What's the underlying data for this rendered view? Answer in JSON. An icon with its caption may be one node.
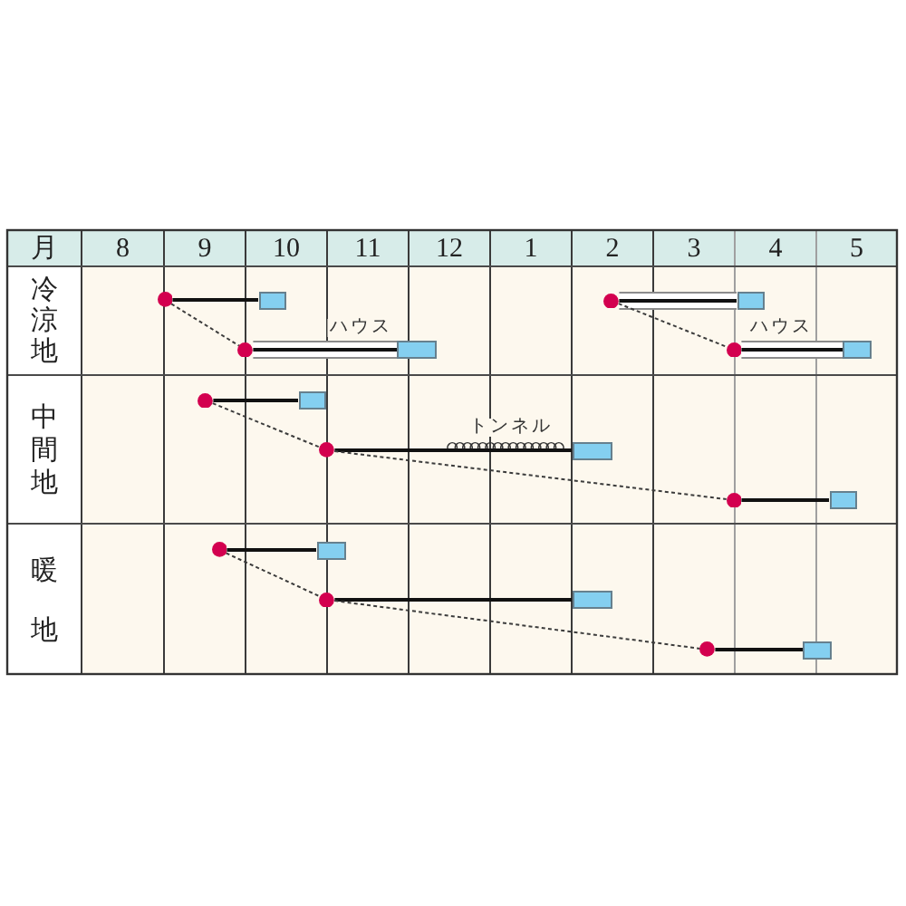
{
  "diagram": {
    "nodes": [
      {
        "text": [],
        "shape": "circle"
      },
      {
        "text": [],
        "shape": "box"
      },
      {
        "text": [],
        "shape": "circle"
      },
      {
        "text": [],
        "shape": "box"
      },
      {
        "text": [],
        "shape": "circle"
      },
      {
        "text": [],
        "shape": "box"
      },
      {
        "text": [],
        "shape": "circle"
      },
      {
        "text": [],
        "shape": "box"
      },
      {
        "text": [],
        "shape": "circle"
      },
      {
        "text": [],
        "shape": "box"
      },
      {
        "text": [],
        "shape": "circle"
      },
      {
        "text": [],
        "shape": "box"
      },
      {
        "text": [],
        "shape": "circle"
      },
      {
        "text": [],
        "shape": "box"
      },
      {
        "text": [],
        "shape": "circle"
      },
      {
        "text": [],
        "shape": "box"
      },
      {
        "text": [],
        "shape": "circle"
      },
      {
        "text": [],
        "shape": "box"
      },
      {
        "text": [],
        "shape": "circle"
      },
      {
        "text": [],
        "shape": "box"
      }
    ],
    "edges": [
      {
        "from": 0,
        "to": 1,
        "arrow": "none"
      },
      {
        "from": 0,
        "to": 4,
        "arrow": "none",
        "style": "dashed"
      },
      {
        "from": 4,
        "to": 5,
        "arrow": "none",
        "style": "thick",
        "label": "ハウス"
      },
      {
        "from": 2,
        "to": 3,
        "arrow": "none",
        "style": "thick"
      },
      {
        "from": 2,
        "to": 6,
        "arrow": "none",
        "style": "dashed"
      },
      {
        "from": 6,
        "to": 7,
        "arrow": "none",
        "style": "thick",
        "label": "ハウス"
      },
      {
        "from": 8,
        "to": 9,
        "arrow": "none"
      },
      {
        "from": 8,
        "to": 10,
        "arrow": "none",
        "style": "dashed"
      },
      {
        "from": 10,
        "to": 11,
        "arrow": "none",
        "label": "トンネル"
      },
      {
        "from": 10,
        "to": 12,
        "arrow": "none",
        "style": "dashed"
      },
      {
        "from": 12,
        "to": 13,
        "arrow": "none"
      },
      {
        "from": 14,
        "to": 15,
        "arrow": "none"
      },
      {
        "from": 14,
        "to": 16,
        "arrow": "none",
        "style": "dashed"
      },
      {
        "from": 16,
        "to": 17,
        "arrow": "none"
      },
      {
        "from": 16,
        "to": 18,
        "arrow": "none",
        "style": "dashed"
      },
      {
        "from": 18,
        "to": 19,
        "arrow": "none"
      }
    ],
    "labels": [
      "月",
      "8",
      "9",
      "10",
      "11",
      "12",
      "1",
      "2",
      "3",
      "4",
      "5",
      "冷涼地",
      "中間地",
      "暖地"
    ]
  }
}
